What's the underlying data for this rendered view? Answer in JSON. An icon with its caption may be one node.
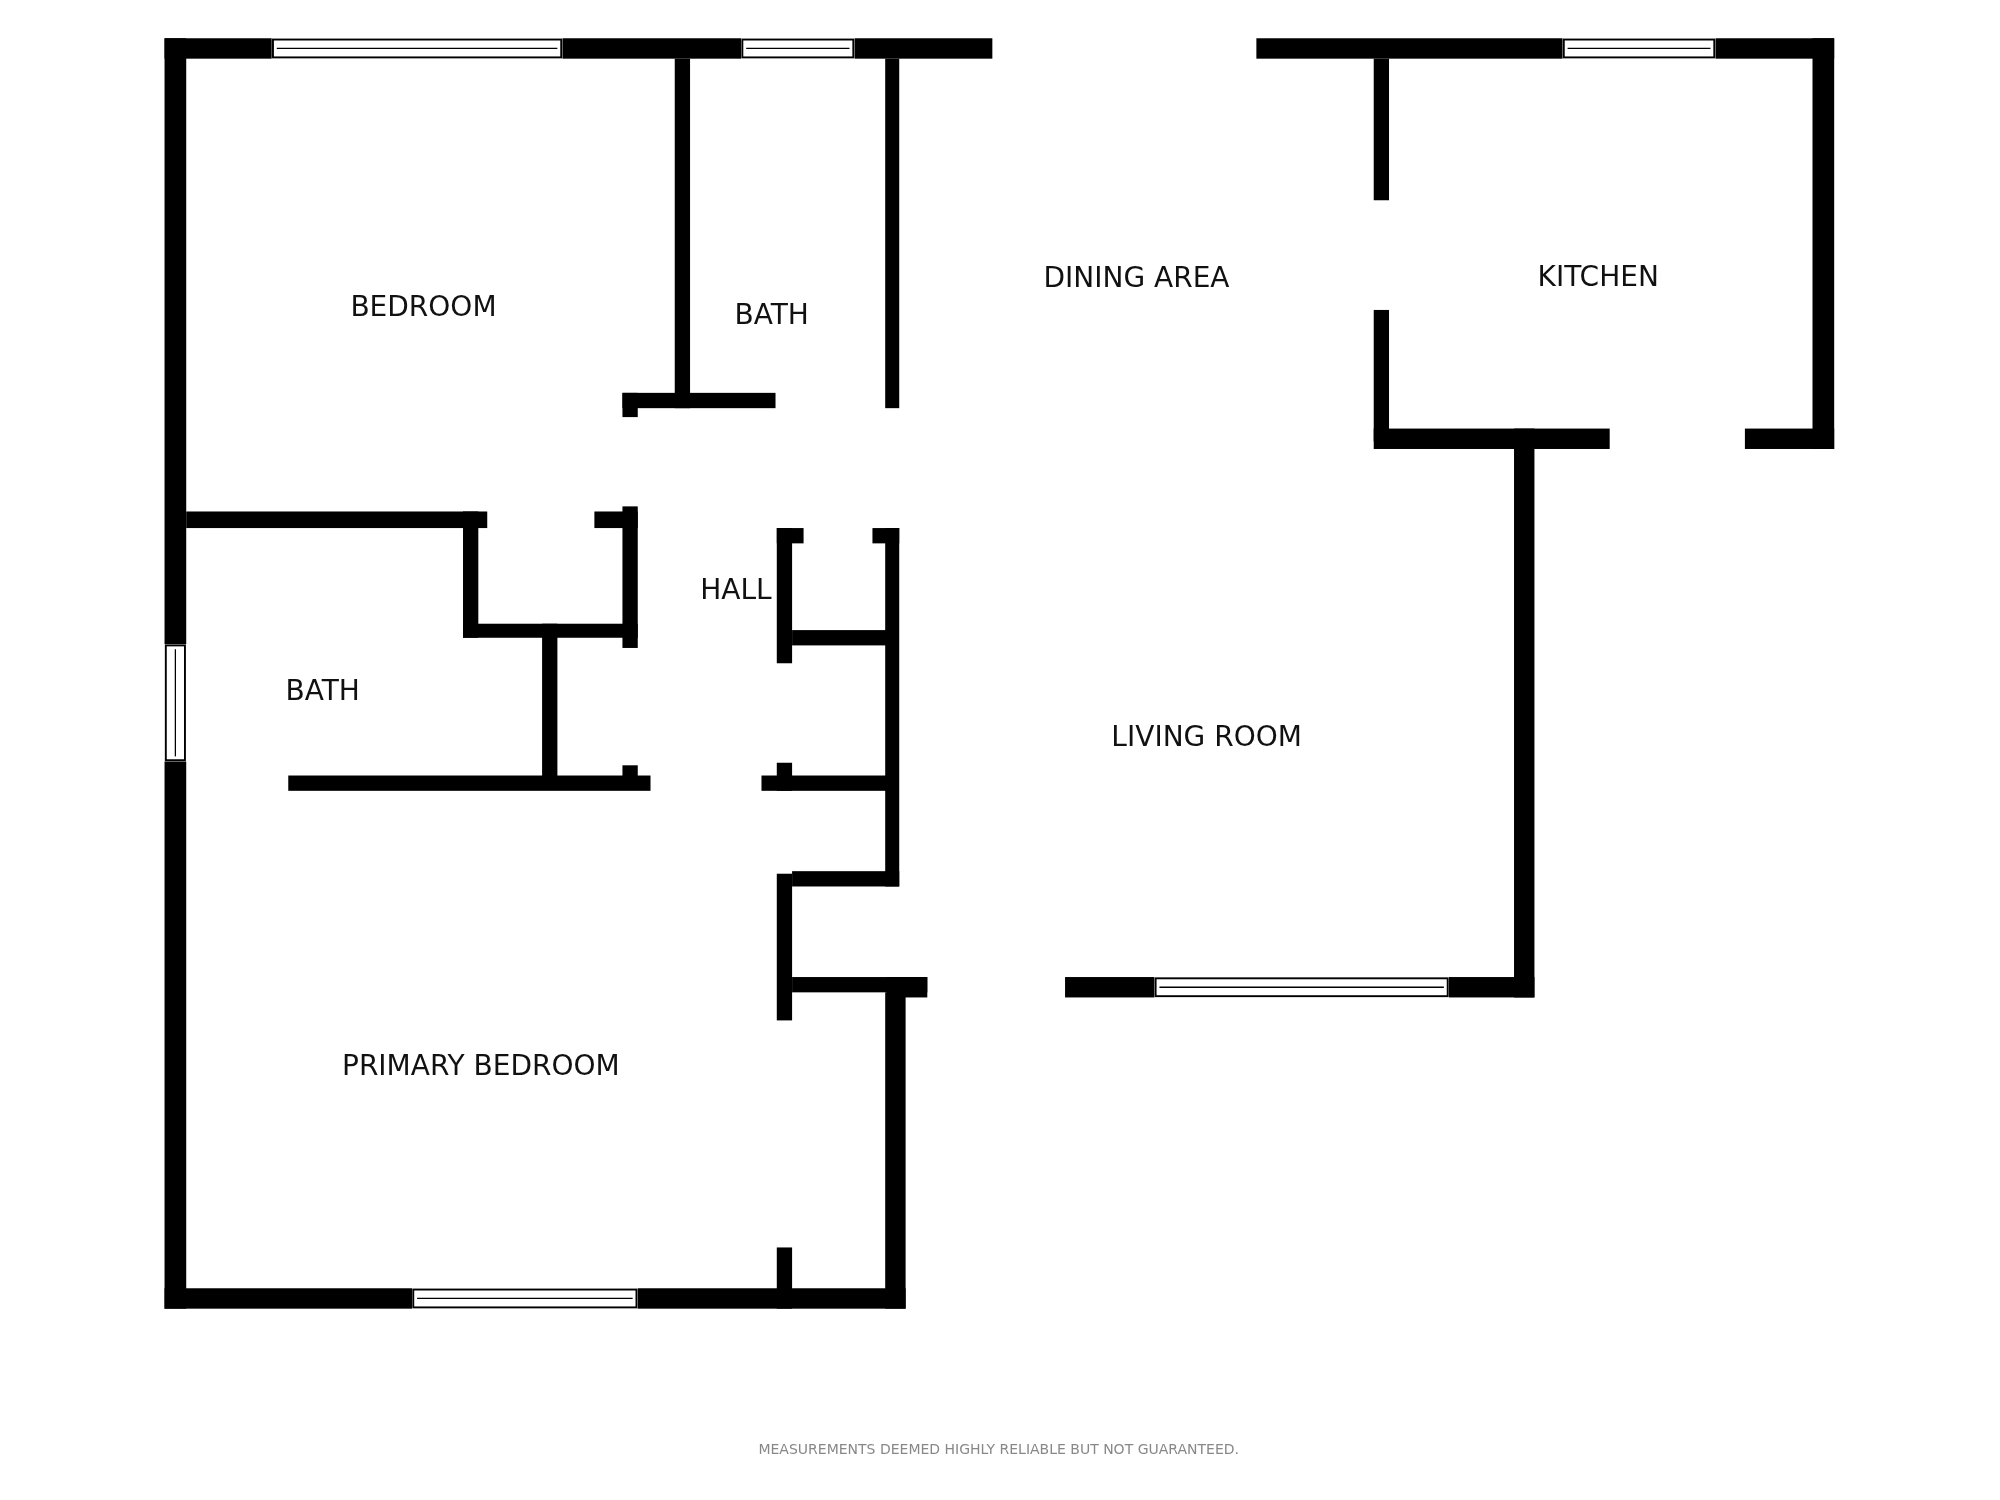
{
  "diagram": {
    "labels": [
      "BEDROOM",
      "BATH",
      "DINING AREA",
      "KITCHEN",
      "HALL",
      "BATH",
      "LIVING ROOM",
      "PRIMARY BEDROOM",
      "MEASUREMENTS DEEMED HIGHLY RELIABLE BUT NOT GUARANTEED."
    ]
  }
}
